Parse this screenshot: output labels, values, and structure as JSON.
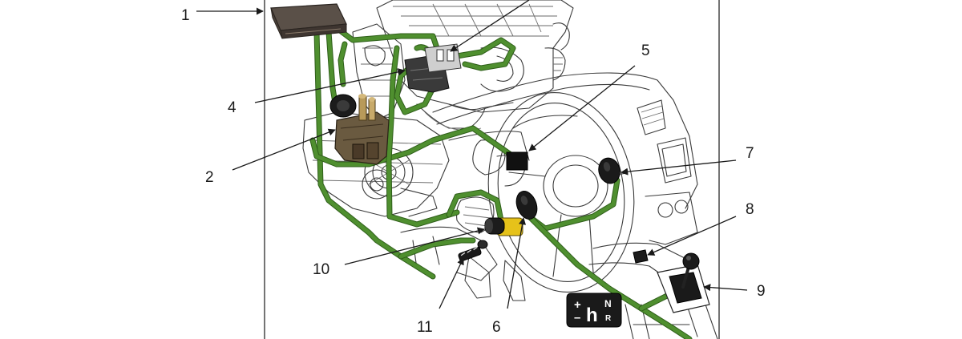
{
  "callouts": [
    {
      "id": "1",
      "label": "1"
    },
    {
      "id": "2",
      "label": "2"
    },
    {
      "id": "4",
      "label": "4"
    },
    {
      "id": "5",
      "label": "5"
    },
    {
      "id": "6",
      "label": "6"
    },
    {
      "id": "7",
      "label": "7"
    },
    {
      "id": "8",
      "label": "8"
    },
    {
      "id": "9",
      "label": "9"
    },
    {
      "id": "10",
      "label": "10"
    },
    {
      "id": "11",
      "label": "11"
    }
  ],
  "gear_pattern": {
    "plus": "+",
    "minus": "–",
    "gate": "h",
    "neutral": "N",
    "reverse": "R"
  },
  "colors": {
    "harness": "#4f8f2f",
    "harness_edge": "#2f5f1a",
    "actuator_yellow": "#e6c21a",
    "component_dark": "#1c1c1c",
    "actuator_brass": "#b89a5a"
  }
}
